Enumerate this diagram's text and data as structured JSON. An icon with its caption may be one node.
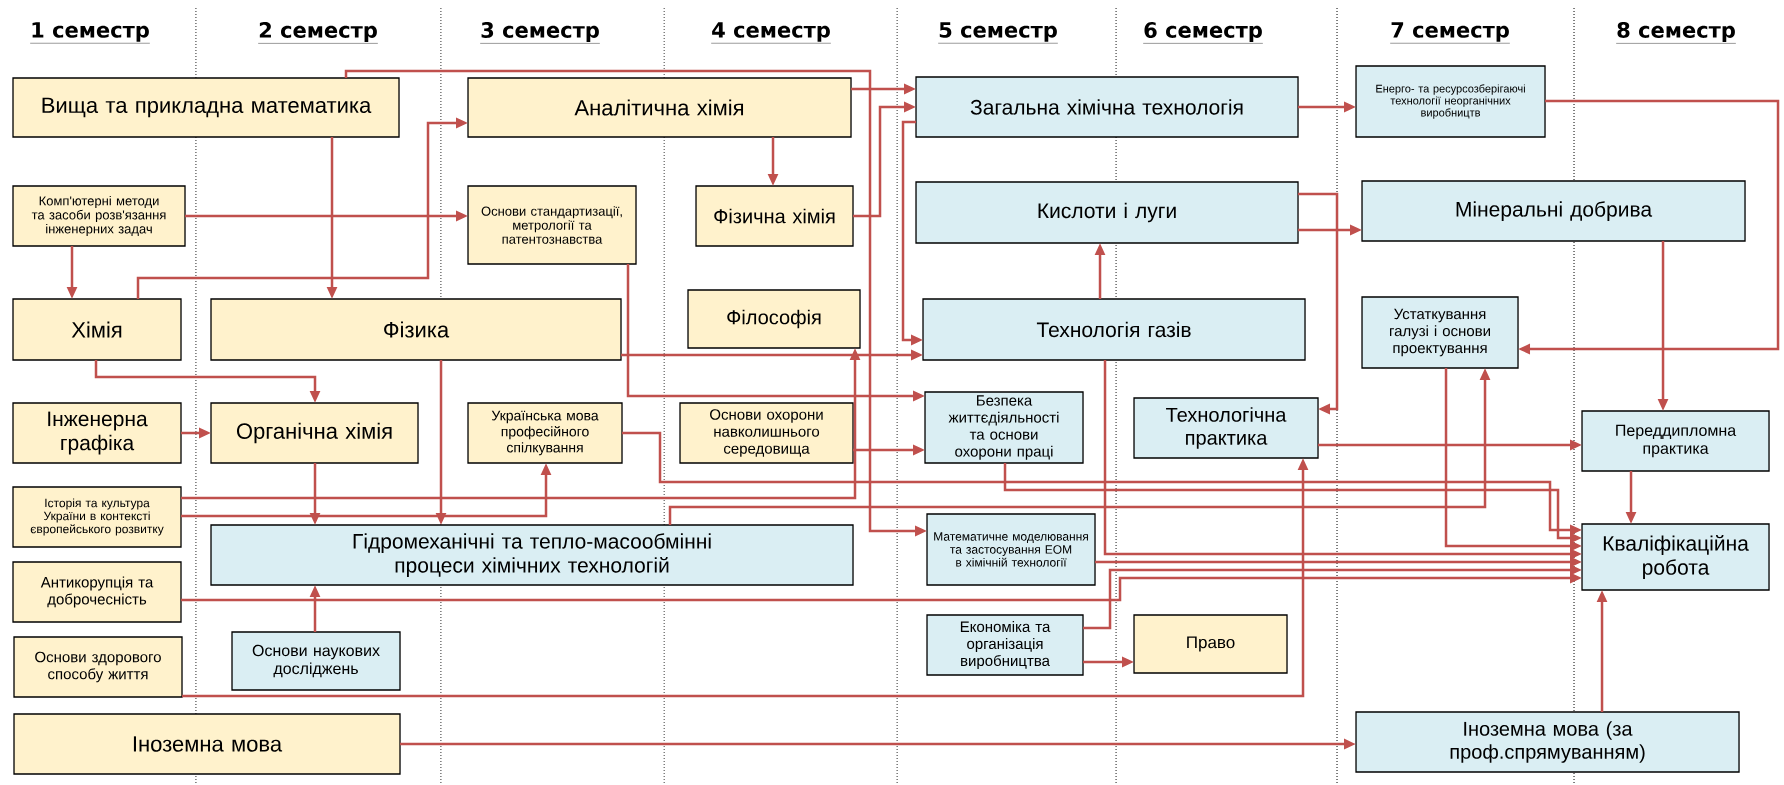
{
  "diagram": {
    "nodes": [
      {
        "text": [
          "Вища та прикладна математика"
        ]
      },
      {
        "text": [
          "Комп'ютерні методи та засоби розв'язання інженерних задач"
        ]
      },
      {
        "text": [
          "Хімія"
        ]
      },
      {
        "text": [
          "Фізика"
        ]
      },
      {
        "text": [
          "Інженерна графіка"
        ]
      },
      {
        "text": [
          "Органічна хімія"
        ]
      },
      {
        "text": [
          "Історія та культура України в контексті європейського розвитку"
        ]
      },
      {
        "text": [
          "Антикорупція та доброчесність"
        ]
      },
      {
        "text": [
          "Основи здорового способу життя"
        ]
      },
      {
        "text": [
          "Основи наукових досліджень"
        ]
      },
      {
        "text": [
          "Гідромеханічні та тепло-масообмінні процеси хімічних технологій"
        ]
      },
      {
        "text": [
          "Іноземна мова"
        ]
      },
      {
        "text": [
          "Аналітична хімія"
        ]
      },
      {
        "text": [
          "Основи стандартизації, метрології та патентознавства"
        ]
      },
      {
        "text": [
          "Фізична хімія"
        ]
      },
      {
        "text": [
          "Філософія"
        ]
      },
      {
        "text": [
          "Українська мова професійного спілкування"
        ]
      },
      {
        "text": [
          "Основи охорони навколишнього середовища"
        ]
      },
      {
        "text": [
          "Загальна хімічна технологія"
        ]
      },
      {
        "text": [
          "Кислоти і луги"
        ]
      },
      {
        "text": [
          "Технологія газів"
        ]
      },
      {
        "text": [
          "Безпека життєдіяльності та основи охорони праці"
        ]
      },
      {
        "text": [
          "Математичне моделювання та застосування ЕОМ в хімічній технології"
        ]
      },
      {
        "text": [
          "Економіка та організація виробництва"
        ]
      },
      {
        "text": [
          "Технологічна практика"
        ]
      },
      {
        "text": [
          "Право"
        ]
      },
      {
        "text": [
          "Енерго- та ресурсозберігаючі технології неорганічних виробництв"
        ]
      },
      {
        "text": [
          "Мінеральні добрива"
        ]
      },
      {
        "text": [
          "Устаткування галузі і основи проектування"
        ]
      },
      {
        "text": [
          "Переддипломна практика"
        ]
      },
      {
        "text": [
          "Кваліфікаційна робота"
        ]
      },
      {
        "text": [
          "Іноземна мова (за проф.спрямуванням)"
        ]
      }
    ],
    "edges": [
      {
        "from": 0,
        "to": 3,
        "arrow": "to"
      },
      {
        "from": 0,
        "to": 22,
        "arrow": "to"
      },
      {
        "from": 1,
        "to": 2,
        "arrow": "to"
      },
      {
        "from": 1,
        "to": 13,
        "arrow": "to"
      },
      {
        "from": 2,
        "to": 12,
        "arrow": "to"
      },
      {
        "from": 2,
        "to": 5,
        "arrow": "to"
      },
      {
        "from": 4,
        "to": 5,
        "arrow": "to"
      },
      {
        "from": 5,
        "to": 10,
        "arrow": "to"
      },
      {
        "from": 3,
        "to": 10,
        "arrow": "to"
      },
      {
        "from": 6,
        "to": 16,
        "arrow": "to"
      },
      {
        "from": 6,
        "to": 15,
        "arrow": "to"
      },
      {
        "from": 12,
        "to": 14,
        "arrow": "to"
      },
      {
        "from": 12,
        "to": 18,
        "arrow": "to"
      },
      {
        "from": 14,
        "to": 18,
        "arrow": "to"
      },
      {
        "from": 13,
        "to": 21,
        "arrow": "to"
      },
      {
        "from": 3,
        "to": 20,
        "arrow": "to"
      },
      {
        "from": 18,
        "to": 20,
        "arrow": "to"
      },
      {
        "from": 17,
        "to": 21,
        "arrow": "to"
      },
      {
        "from": 16,
        "to": 30,
        "arrow": "to"
      },
      {
        "from": 21,
        "to": 30,
        "arrow": "to"
      },
      {
        "from": 20,
        "to": 19,
        "arrow": "to"
      },
      {
        "from": 19,
        "to": 27,
        "arrow": "to"
      },
      {
        "from": 19,
        "to": 24,
        "arrow": "to"
      },
      {
        "from": 18,
        "to": 26,
        "arrow": "to"
      },
      {
        "from": 26,
        "to": 28,
        "arrow": "to"
      },
      {
        "from": 27,
        "to": 29,
        "arrow": "to"
      },
      {
        "from": 24,
        "to": 29,
        "arrow": "to"
      },
      {
        "from": 29,
        "to": 30,
        "arrow": "to"
      },
      {
        "from": 28,
        "to": 30,
        "arrow": "to"
      },
      {
        "from": 10,
        "to": 28,
        "arrow": "to"
      },
      {
        "from": 7,
        "to": 30,
        "arrow": "to"
      },
      {
        "from": 8,
        "to": 24,
        "arrow": "to"
      },
      {
        "from": 11,
        "to": 31,
        "arrow": "to"
      },
      {
        "from": 31,
        "to": 30,
        "arrow": "to"
      },
      {
        "from": 9,
        "to": 10,
        "arrow": "to"
      },
      {
        "from": 23,
        "to": 25,
        "arrow": "to"
      },
      {
        "from": 23,
        "to": 30,
        "arrow": "to"
      },
      {
        "from": 22,
        "to": 30,
        "arrow": "to"
      },
      {
        "from": 20,
        "to": 30,
        "arrow": "to"
      }
    ],
    "labels": [
      "1 семестр",
      "2 семестр",
      "3 семестр",
      "4 семестр",
      "5 семестр",
      "6 семестр",
      "7 семестр",
      "8 семестр"
    ]
  }
}
